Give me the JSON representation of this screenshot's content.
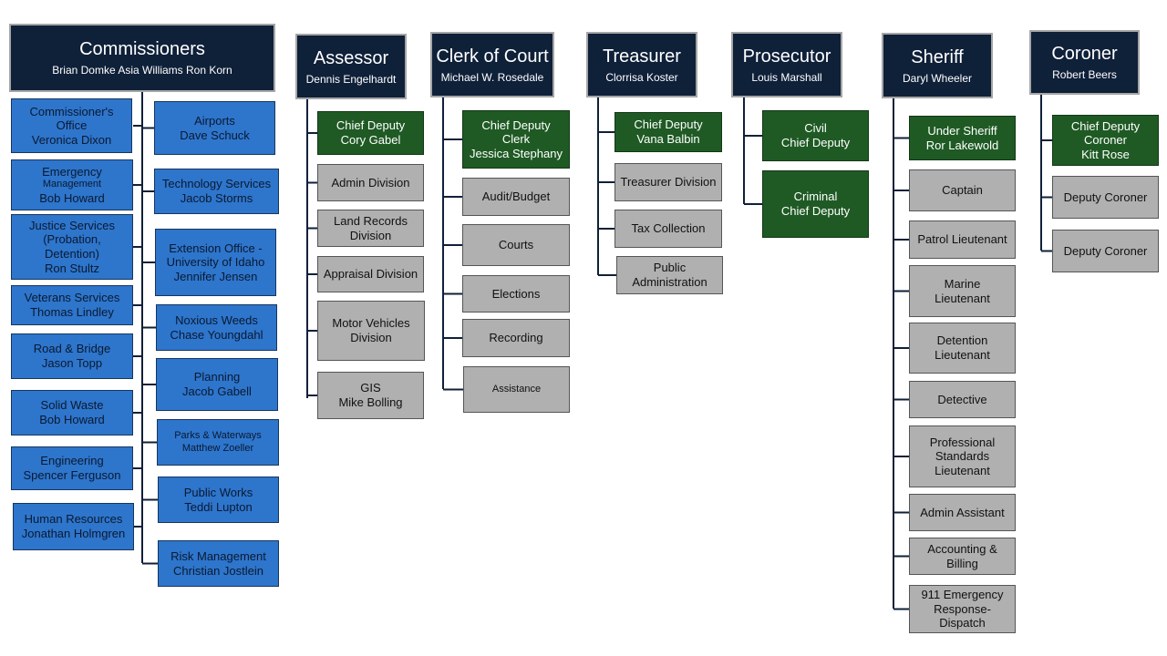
{
  "headers": {
    "commissioners": {
      "title": "Commissioners",
      "names": "Brian Domke   Asia Williams   Ron Korn"
    },
    "assessor": {
      "title": "Assessor",
      "names": "Dennis Engelhardt"
    },
    "clerk": {
      "title": "Clerk of Court",
      "names": "Michael W. Rosedale"
    },
    "treasurer": {
      "title": "Treasurer",
      "names": "Clorrisa Koster"
    },
    "prosecutor": {
      "title": "Prosecutor",
      "names": "Louis Marshall"
    },
    "sheriff": {
      "title": "Sheriff",
      "names": "Daryl Wheeler"
    },
    "coroner": {
      "title": "Coroner",
      "names": "Robert Beers"
    }
  },
  "commissioners_left": [
    {
      "label": "Commissioner's\nOffice",
      "name": "Veronica Dixon"
    },
    {
      "label": "Emergency",
      "sub": "Management",
      "name": "Bob Howard"
    },
    {
      "label": "Justice Services\n(Probation,\nDetention)",
      "name": "Ron Stultz"
    },
    {
      "label": "Veterans Services",
      "name": "Thomas Lindley"
    },
    {
      "label": "Road & Bridge",
      "name": "Jason Topp"
    },
    {
      "label": "Solid Waste",
      "name": "Bob Howard"
    },
    {
      "label": "Engineering",
      "name": "Spencer Ferguson"
    },
    {
      "label": "Human Resources",
      "name": "Jonathan Holmgren"
    }
  ],
  "commissioners_right": [
    {
      "label": "Airports",
      "name": "Dave Schuck"
    },
    {
      "label": "Technology Services",
      "name": "Jacob Storms"
    },
    {
      "label": "Extension Office -\nUniversity of Idaho",
      "name": "Jennifer Jensen"
    },
    {
      "label": "Noxious Weeds",
      "name": "Chase Youngdahl"
    },
    {
      "label": "Planning",
      "name": "Jacob Gabell"
    },
    {
      "label": "Parks & Waterways",
      "name": "Matthew Zoeller"
    },
    {
      "label": "Public Works",
      "name": "Teddi Lupton"
    },
    {
      "label": "Risk Management",
      "name": "Christian Jostlein"
    }
  ],
  "assessor_units": [
    {
      "label": "Chief  Deputy",
      "name": "Cory Gabel"
    },
    {
      "label": "Admin Division"
    },
    {
      "label": "Land Records\nDivision"
    },
    {
      "label": "Appraisal Division"
    },
    {
      "label": "Motor Vehicles\nDivision"
    },
    {
      "label": "GIS",
      "name": "Mike Bolling"
    }
  ],
  "clerk_units": [
    {
      "label": "Chief  Deputy\nClerk",
      "name": "Jessica Stephany"
    },
    {
      "label": "Audit/Budget"
    },
    {
      "label": "Courts"
    },
    {
      "label": "Elections"
    },
    {
      "label": "Recording"
    },
    {
      "label": "Assistance"
    }
  ],
  "treasurer_units": [
    {
      "label": "Chief  Deputy",
      "name": "Vana Balbin"
    },
    {
      "label": "Treasurer Division"
    },
    {
      "label": "Tax Collection"
    },
    {
      "label": "Public\nAdministration"
    }
  ],
  "prosecutor_units": [
    {
      "label": "Civil\nChief Deputy"
    },
    {
      "label": "Criminal\nChief Deputy"
    }
  ],
  "sheriff_units": [
    {
      "label": "Under Sheriff",
      "name": "Ror Lakewold"
    },
    {
      "label": "Captain"
    },
    {
      "label": "Patrol Lieutenant"
    },
    {
      "label": "Marine\nLieutenant"
    },
    {
      "label": "Detention\nLieutenant"
    },
    {
      "label": "Detective"
    },
    {
      "label": "Professional\nStandards\nLieutenant"
    },
    {
      "label": "Admin Assistant"
    },
    {
      "label": "Accounting &\nBilling"
    },
    {
      "label": "911 Emergency\nResponse-\nDispatch"
    }
  ],
  "coroner_units": [
    {
      "label": "Chief Deputy\nCoroner",
      "name": "Kitt Rose"
    },
    {
      "label": "Deputy Coroner"
    },
    {
      "label": "Deputy Coroner"
    }
  ]
}
